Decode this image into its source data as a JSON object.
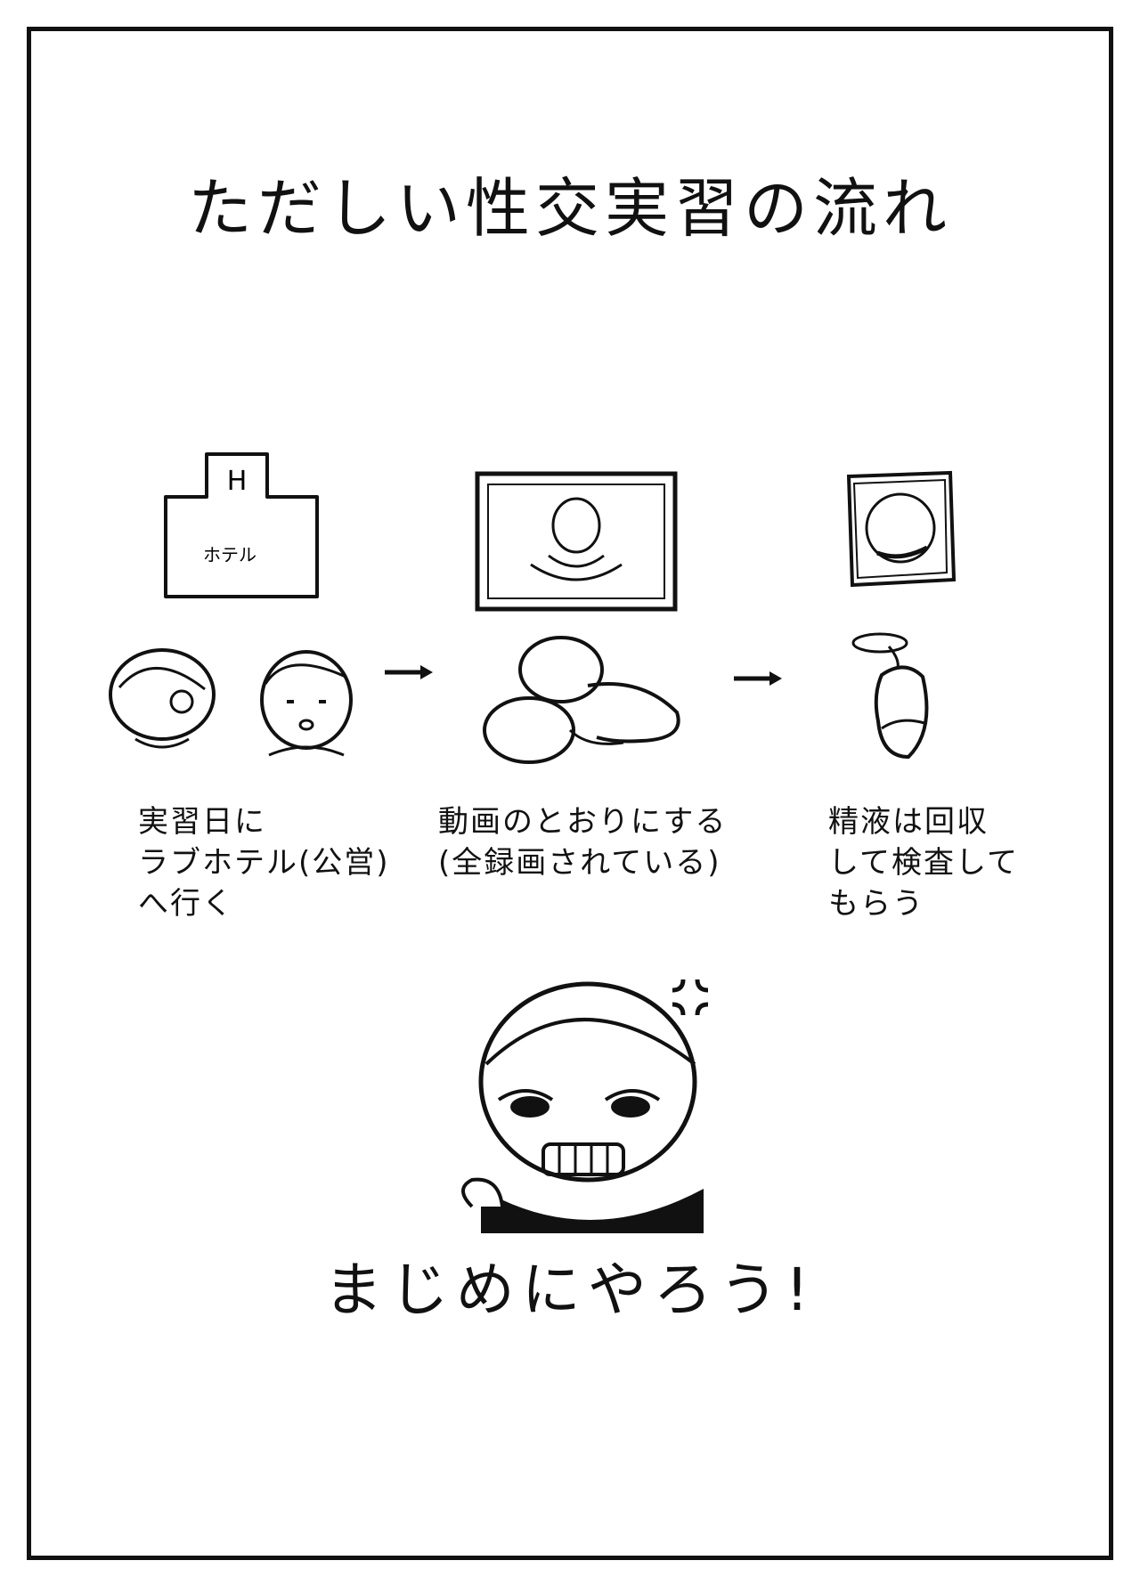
{
  "title": "ただしい性交実習の流れ",
  "steps": [
    {
      "sign_text": "H",
      "building_label": "ホテル",
      "caption": "実習日に\nラブホテル(公営)\nへ行く"
    },
    {
      "caption": "動画のとおりにする\n(全録画されている)"
    },
    {
      "caption": "精液は回収\nして検査して\nもらう"
    }
  ],
  "closing": "まじめにやろう!",
  "colors": {
    "ink": "#111111",
    "paper": "#ffffff"
  },
  "icons": [
    "hotel-building-icon",
    "tv-screen-icon",
    "condom-packet-icon",
    "used-condom-icon",
    "arrow-right-icon",
    "anger-mark-icon"
  ]
}
